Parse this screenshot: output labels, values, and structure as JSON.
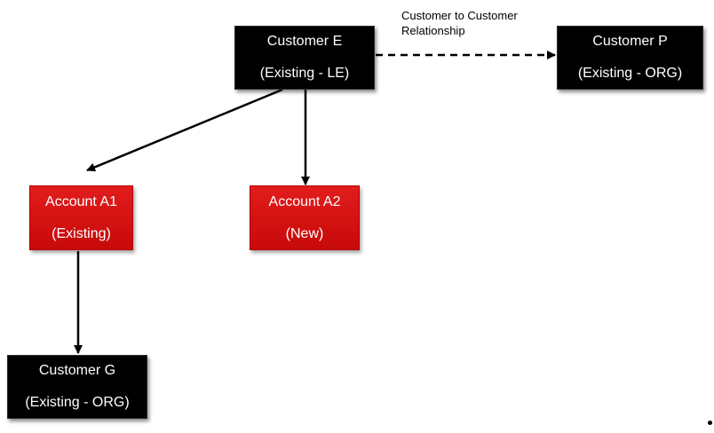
{
  "nodes": {
    "customer_e": {
      "name": "Customer E",
      "status": "(Existing - LE)"
    },
    "customer_p": {
      "name": "Customer P",
      "status": "(Existing - ORG)"
    },
    "account_a1": {
      "name": "Account A1",
      "status": "(Existing)"
    },
    "account_a2": {
      "name": "Account A2",
      "status": "(New)"
    },
    "customer_g": {
      "name": "Customer G",
      "status": "(Existing - ORG)"
    }
  },
  "edges": {
    "customer_relationship_label": "Customer to Customer Relationship"
  },
  "colors": {
    "customer_fill": "#000000",
    "account_fill": "#d41414",
    "text": "#ffffff",
    "connector": "#000000"
  }
}
